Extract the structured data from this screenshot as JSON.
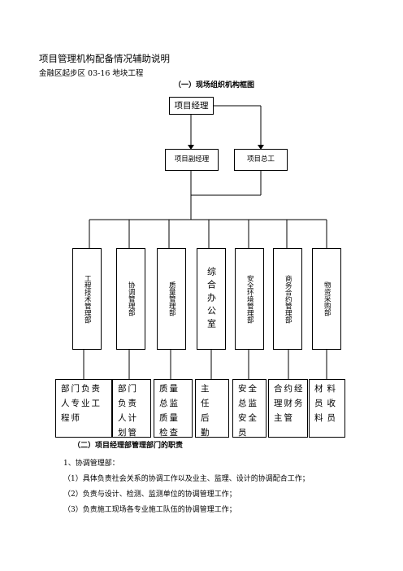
{
  "title": "项目管理机构配备情况辅助说明",
  "subtitle": "金融区起步区 03-16 地块工程",
  "org_chart": {
    "heading": "（一）现场组织机构框图",
    "top": "项目经理",
    "deputy": "项目副经理",
    "chief_engineer": "项目总工",
    "departments": [
      "工程技术管理部",
      "协调管理部",
      "质量管理部",
      "综合办公室",
      "安全环境管理部",
      "商务合约管理部",
      "物资采购部"
    ],
    "roles": [
      "部门负责人专业工程师",
      "部门负责人计划管理",
      "质量总监质量检查员",
      "主任后勤保障人",
      "安全总监安全员",
      "合约经理财务主管",
      "材料员收料员"
    ]
  },
  "duties": {
    "heading": "（二）项目经理部管理部门的职责",
    "item1": "1、协调管理部：",
    "lines": [
      "（1）具体负责社会关系的协调工作以及业主、监理、设计的协调配合工作；",
      "（2）负责与设计、检测、监测单位的协调管理工作；",
      "（3）负责施工现场各专业施工队伍的协调管理工作；"
    ]
  }
}
